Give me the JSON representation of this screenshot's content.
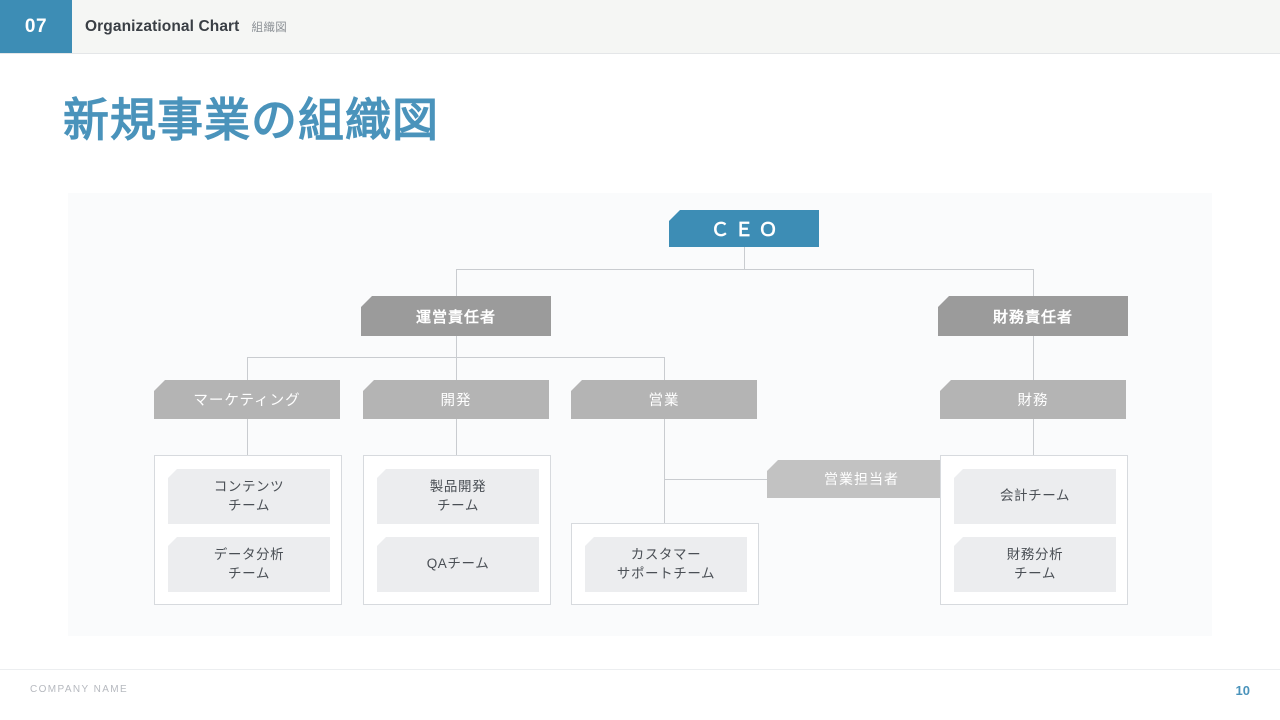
{
  "header": {
    "number": "07",
    "title_en": "Organizational Chart",
    "title_ja": "組織図"
  },
  "page_title": "新規事業の組織図",
  "footer": {
    "company": "COMPANY NAME",
    "page_number": "10"
  },
  "colors": {
    "accent": "#3d8db5",
    "ceo_box": "#3d8db5",
    "level2_box": "#9b9b9b",
    "level3_box": "#b4b4b4",
    "level3_light_box": "#c2c2c2",
    "team_box": "#ecedef",
    "panel_bg": "#fafbfc",
    "connector": "#c9ccd0",
    "header_bg": "#f5f6f4",
    "title_text": "#4a93bb"
  },
  "chart_data": {
    "type": "diagram",
    "title": "新規事業の組織図",
    "nodes": {
      "ceo": "ＣＥＯ",
      "ops_manager": "運営責任者",
      "finance_manager": "財務責任者",
      "marketing": "マーケティング",
      "development": "開発",
      "sales": "営業",
      "finance": "財務",
      "sales_rep": "営業担当者"
    },
    "teams": {
      "marketing": [
        "コンテンツ\nチーム",
        "データ分析\nチーム"
      ],
      "development": [
        "製品開発\nチーム",
        "QAチーム"
      ],
      "sales": [
        "カスタマー\nサポートチーム"
      ],
      "finance": [
        "会計チーム",
        "財務分析\nチーム"
      ]
    },
    "team_labels": {
      "content": "コンテンツ\nチーム",
      "data_analysis": "データ分析\nチーム",
      "product_dev": "製品開発\nチーム",
      "qa": "QAチーム",
      "customer_support": "カスタマー\nサポートチーム",
      "accounting": "会計チーム",
      "financial_analysis": "財務分析\nチーム"
    },
    "edges": [
      [
        "ceo",
        "ops_manager"
      ],
      [
        "ceo",
        "finance_manager"
      ],
      [
        "ops_manager",
        "marketing"
      ],
      [
        "ops_manager",
        "development"
      ],
      [
        "ops_manager",
        "sales"
      ],
      [
        "finance_manager",
        "finance"
      ],
      [
        "marketing",
        "content"
      ],
      [
        "marketing",
        "data_analysis"
      ],
      [
        "development",
        "product_dev"
      ],
      [
        "development",
        "qa"
      ],
      [
        "sales",
        "sales_rep"
      ],
      [
        "sales",
        "customer_support"
      ],
      [
        "finance",
        "accounting"
      ],
      [
        "finance",
        "financial_analysis"
      ]
    ],
    "levels": 4
  }
}
